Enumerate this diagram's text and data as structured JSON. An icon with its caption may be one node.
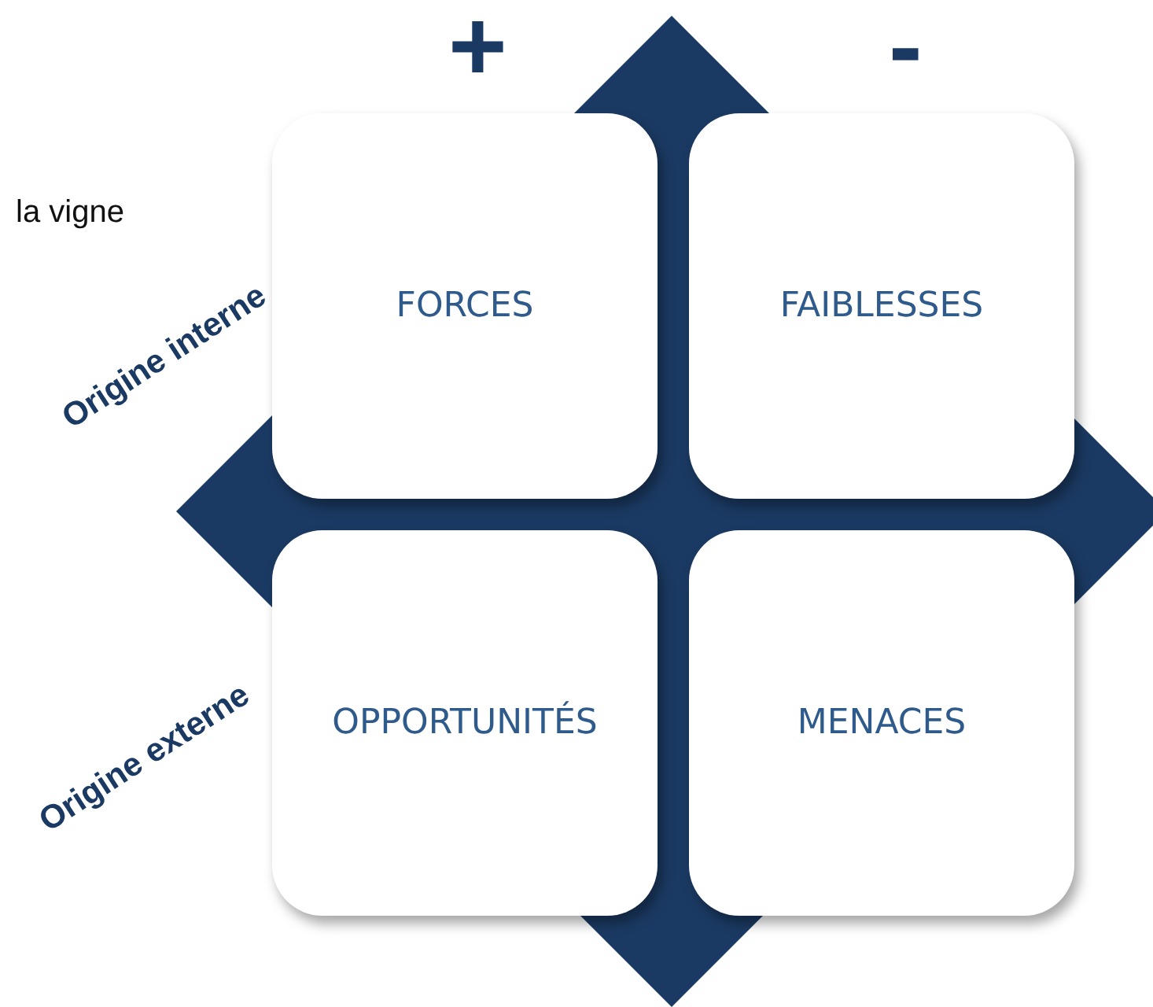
{
  "diagram": {
    "nodes": [
      {
        "text": [
          "FORCES"
        ]
      },
      {
        "text": [
          "FAIBLESSES"
        ]
      },
      {
        "text": [
          "OPPORTUNITÉS"
        ]
      },
      {
        "text": [
          "MENACES"
        ]
      }
    ],
    "edges": [],
    "labels": [
      "+",
      "-",
      "la vigne",
      "Origine interne",
      "Origine externe"
    ]
  }
}
